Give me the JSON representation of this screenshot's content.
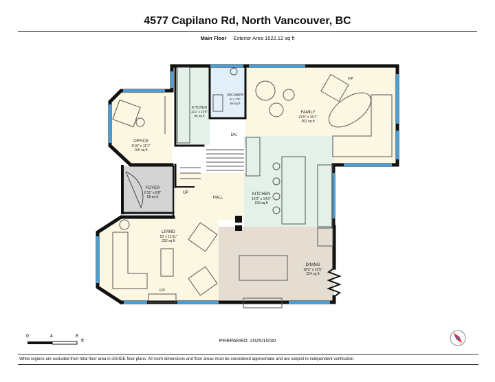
{
  "header": {
    "title": "4577 Capilano Rd, North Vancouver, BC",
    "floor_name": "Main Floor",
    "exterior_area": "Exterior Area 1522.12 sq ft"
  },
  "rooms": {
    "kitchen_small": {
      "name": "KITCHEN",
      "dims": "11'2\" x 10'8\"",
      "area": "85 sq ft"
    },
    "bath": {
      "name": "3PC BATH",
      "dims": "6' x 7'9\"",
      "area": "56 sq ft"
    },
    "family": {
      "name": "FAMILY",
      "dims": "23'9\" x 15'1\"",
      "area": "302 sq ft"
    },
    "office": {
      "name": "OFFICE",
      "dims": "9'10\" x 11'1\"",
      "area": "105 sq ft"
    },
    "foyer": {
      "name": "FOYER",
      "dims": "6'11\" x 8'8\"",
      "area": "58 sq ft"
    },
    "hall": {
      "name": "HALL"
    },
    "kitchen": {
      "name": "KITCHEN",
      "dims": "14'2\" x 14'3\"",
      "area": "199 sq ft"
    },
    "living": {
      "name": "LIVING",
      "dims": "18' x 12'11\"",
      "area": "232 sq ft"
    },
    "dining": {
      "name": "DINING",
      "dims": "18'3\" x 13'5\"",
      "area": "224 sq ft"
    }
  },
  "labels": {
    "dn": "DN",
    "up": "UP",
    "fp_family": "F/P",
    "fp_living": "F/P"
  },
  "scale": {
    "tick0": "0",
    "tick1": "4",
    "tick2": "8",
    "unit": "ft"
  },
  "prepared": "PREPARED:  2025/10/30",
  "footer": "White regions are excluded from total floor area in iGUIDE floor plans. All room dimensions and floor areas must be considered approximate and are subject to independent verification.",
  "compass_icon": "compass-icon",
  "colors": {
    "room_fill": "#fbf7e3",
    "kitchen_fill": "#e3f1e9",
    "bath_fill": "#e2eff9",
    "dining_fill": "#e6ddd2",
    "foyer_fill": "#d4d4d4",
    "wall": "#111111",
    "window": "#4a9fd6"
  }
}
